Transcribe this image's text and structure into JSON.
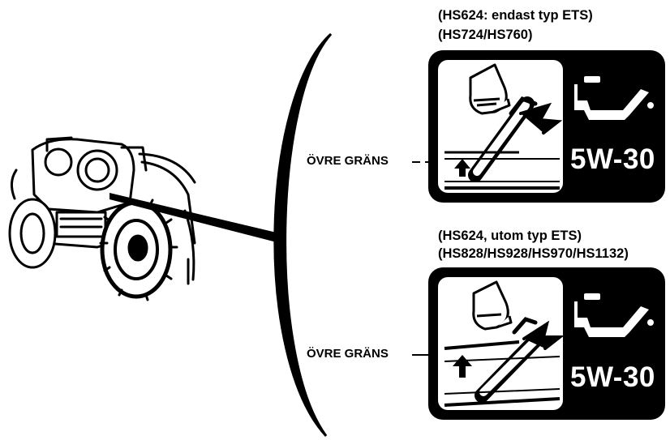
{
  "labels": [
    {
      "caption_line1": "(HS624: endast typ ETS)",
      "caption_line2": "(HS724/HS760)",
      "level_label": "ÖVRE GRÄNS",
      "oil_grade": "5W-30"
    },
    {
      "caption_line1": "(HS624, utom typ ETS)",
      "caption_line2": "(HS828/HS928/HS970/HS1132)",
      "level_label": "ÖVRE GRÄNS",
      "oil_grade": "5W-30"
    }
  ],
  "icons": [
    "oil-can-icon",
    "oil-pour-icon",
    "dipstick-icon",
    "upper-limit-arrow-icon"
  ],
  "colors": {
    "ink": "#000000",
    "paper": "#ffffff"
  }
}
